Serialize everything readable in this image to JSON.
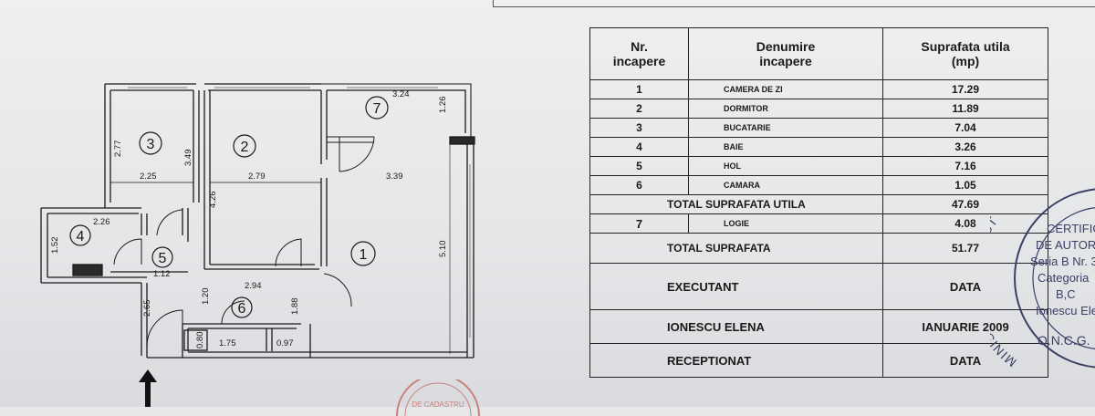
{
  "plan": {
    "rooms": [
      {
        "num": "1",
        "name": "camera-de-zi"
      },
      {
        "num": "2",
        "name": "dormitor"
      },
      {
        "num": "3",
        "name": "bucatarie"
      },
      {
        "num": "4",
        "name": "baie"
      },
      {
        "num": "5",
        "name": "hol"
      },
      {
        "num": "6",
        "name": "camara"
      },
      {
        "num": "7",
        "name": "logie"
      }
    ],
    "dims": {
      "d324": "3.24",
      "d126": "1.26",
      "d277": "2.77",
      "d225": "2.25",
      "d349": "3.49",
      "d279": "2.79",
      "d339": "3.39",
      "d426": "4.26",
      "d226": "2.26",
      "d152": "1.52",
      "d112": "1.12",
      "d510": "5.10",
      "d294": "2.94",
      "d120": "1.20",
      "d188": "1.88",
      "d265": "2.65",
      "d080": "0.80",
      "d175": "1.75",
      "d097": "0.97"
    }
  },
  "table": {
    "header": {
      "col1": [
        "Nr.",
        "incapere"
      ],
      "col2": [
        "Denumire",
        "incapere"
      ],
      "col3": [
        "Suprafata utila",
        "(mp)"
      ]
    },
    "rows": [
      {
        "nr": "1",
        "name": "CAMERA DE ZI",
        "area": "17.29"
      },
      {
        "nr": "2",
        "name": "DORMITOR",
        "area": "11.89"
      },
      {
        "nr": "3",
        "name": "BUCATARIE",
        "area": "7.04"
      },
      {
        "nr": "4",
        "name": "BAIE",
        "area": "3.26"
      },
      {
        "nr": "5",
        "name": "HOL",
        "area": "7.16"
      },
      {
        "nr": "6",
        "name": "CAMARA",
        "area": "1.05"
      }
    ],
    "total_utila_label": "TOTAL SUPRAFATA UTILA",
    "total_utila_value": "47.69",
    "logie": {
      "nr": "7",
      "name": "LOGIE",
      "area": "4.08"
    },
    "total_label": "TOTAL SUPRAFATA",
    "total_value": "51.77",
    "executant_label": "EXECUTANT",
    "data_label": "DATA",
    "executant_name": "IONESCU ELENA",
    "executant_date": "IANUARIE 2009",
    "receptionat_label": "RECEPTIONAT",
    "data_label2": "DATA"
  },
  "stamp": {
    "arc": "MINISTERUL ADMINIST",
    "l1": "CERTIFICA",
    "l2": "DE AUTORIZ",
    "l3": "Seria B Nr. 3",
    "l4": "Categoria",
    "l5": "B,C",
    "l6": "Ionescu Ele",
    "bottom": "O.N.C.G."
  },
  "redstamp_text": "DE CADASTRU"
}
